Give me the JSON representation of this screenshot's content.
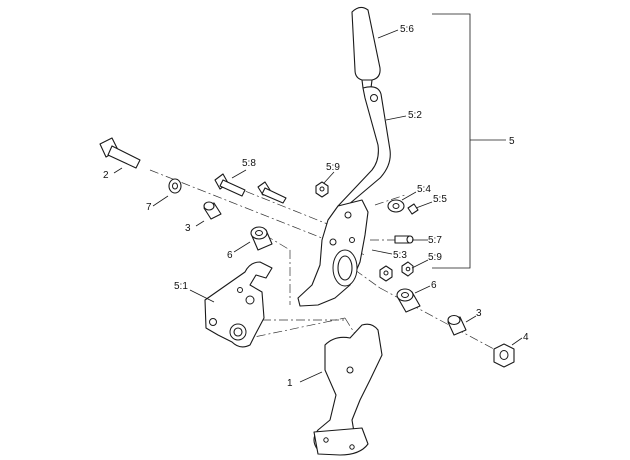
{
  "callouts": {
    "c1": "1",
    "c2": "2",
    "c3a": "3",
    "c3b": "3",
    "c4": "4",
    "c5": "5",
    "c5_1": "5:1",
    "c5_2": "5:2",
    "c5_3": "5:3",
    "c5_4": "5:4",
    "c5_5": "5:5",
    "c5_6": "5:6",
    "c5_7": "5:7",
    "c5_8": "5:8",
    "c5_9a": "5:9",
    "c5_9b": "5:9",
    "c6a": "6",
    "c6b": "6",
    "c7": "7"
  }
}
